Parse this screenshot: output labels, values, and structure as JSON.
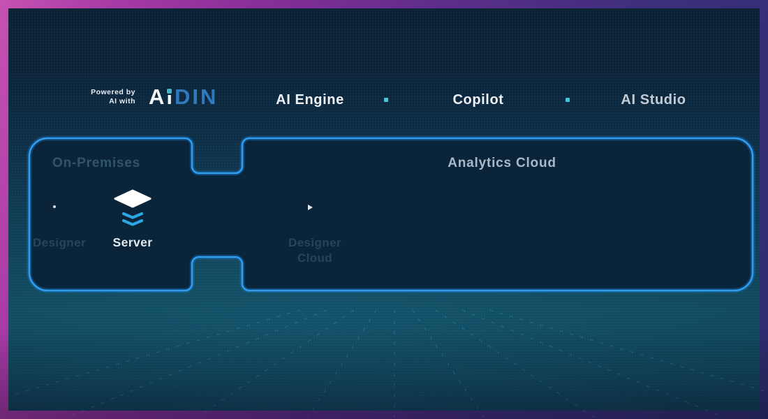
{
  "header": {
    "powered_by": {
      "line1": "Powered by",
      "line2": "AI with"
    },
    "logo": {
      "a": "A",
      "i": "i",
      "din": "DIN"
    },
    "nav": [
      {
        "label": "AI Engine"
      },
      {
        "label": "Copilot"
      },
      {
        "label": "AI Studio"
      }
    ]
  },
  "diagram": {
    "on_premises": {
      "title": "On-Premises",
      "nodes": [
        {
          "label": "Designer",
          "state": "inactive"
        },
        {
          "label": "Server",
          "state": "active"
        }
      ]
    },
    "analytics_cloud": {
      "title": "Analytics Cloud",
      "nodes": [
        {
          "label": "Designer Cloud",
          "state": "inactive"
        }
      ]
    }
  },
  "icons": {
    "server": "layers-stack",
    "designer_marker": "dot",
    "designer_cloud_pointer": "cursor-triangle",
    "nav_separator": "square-dot"
  },
  "colors": {
    "frame_magenta": "#c653b2",
    "frame_indigo": "#2d2d6e",
    "panel_navy": "#0c2539",
    "box_border_blue": "#2f9df2",
    "box_fill": "#0a2439",
    "logo_blue": "#3079bd",
    "accent_cyan": "#45b6c8",
    "icon_cyan": "#2ba7e3",
    "grid_line": "#4fb6d6"
  }
}
